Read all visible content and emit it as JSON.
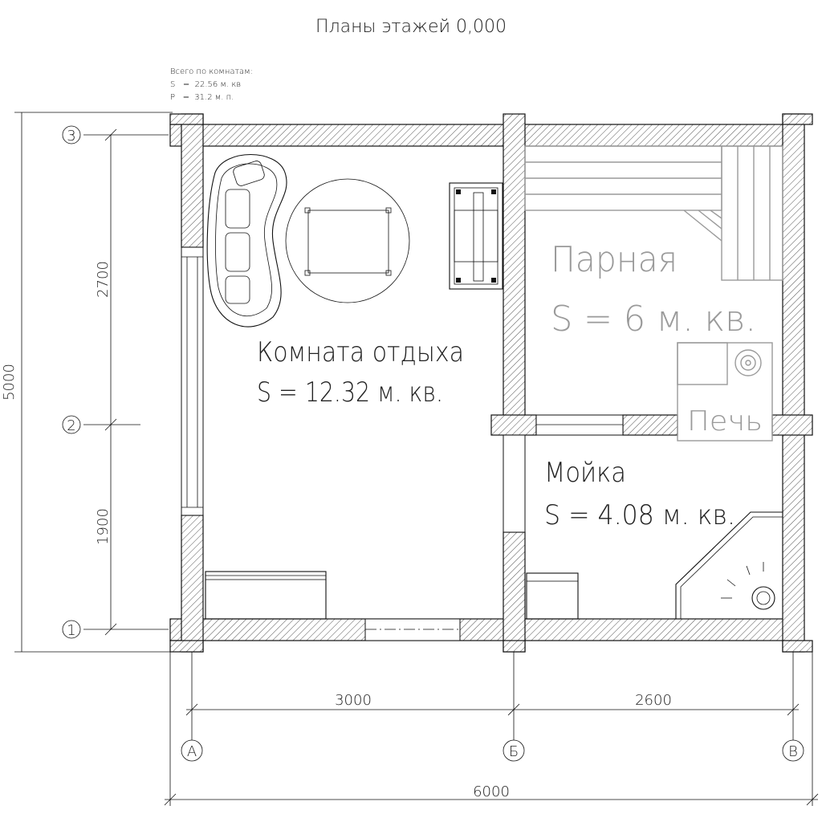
{
  "title": "Планы этажей 0,000",
  "summary": {
    "heading": "Всего по комнатам:",
    "area": "S   =  22.56 м. кв",
    "perimeter": "P   =  31.2 м. п."
  },
  "rooms": {
    "rest": {
      "name": "Комната отдыха",
      "area": "S = 12.32 м. кв."
    },
    "steam": {
      "name": "Парная",
      "area": "S = 6 м. кв."
    },
    "wash": {
      "name": "Мойка",
      "area": "S = 4.08 м. кв."
    },
    "stove": {
      "name": "Печь"
    }
  },
  "dimensions": {
    "total_height": "5000",
    "upper_span": "2700",
    "lower_span": "1900",
    "span_ab": "3000",
    "span_bv": "2600",
    "total_width": "6000"
  },
  "axes": {
    "rows": [
      "3",
      "2",
      "1"
    ],
    "cols": [
      "А",
      "Б",
      "В"
    ]
  }
}
